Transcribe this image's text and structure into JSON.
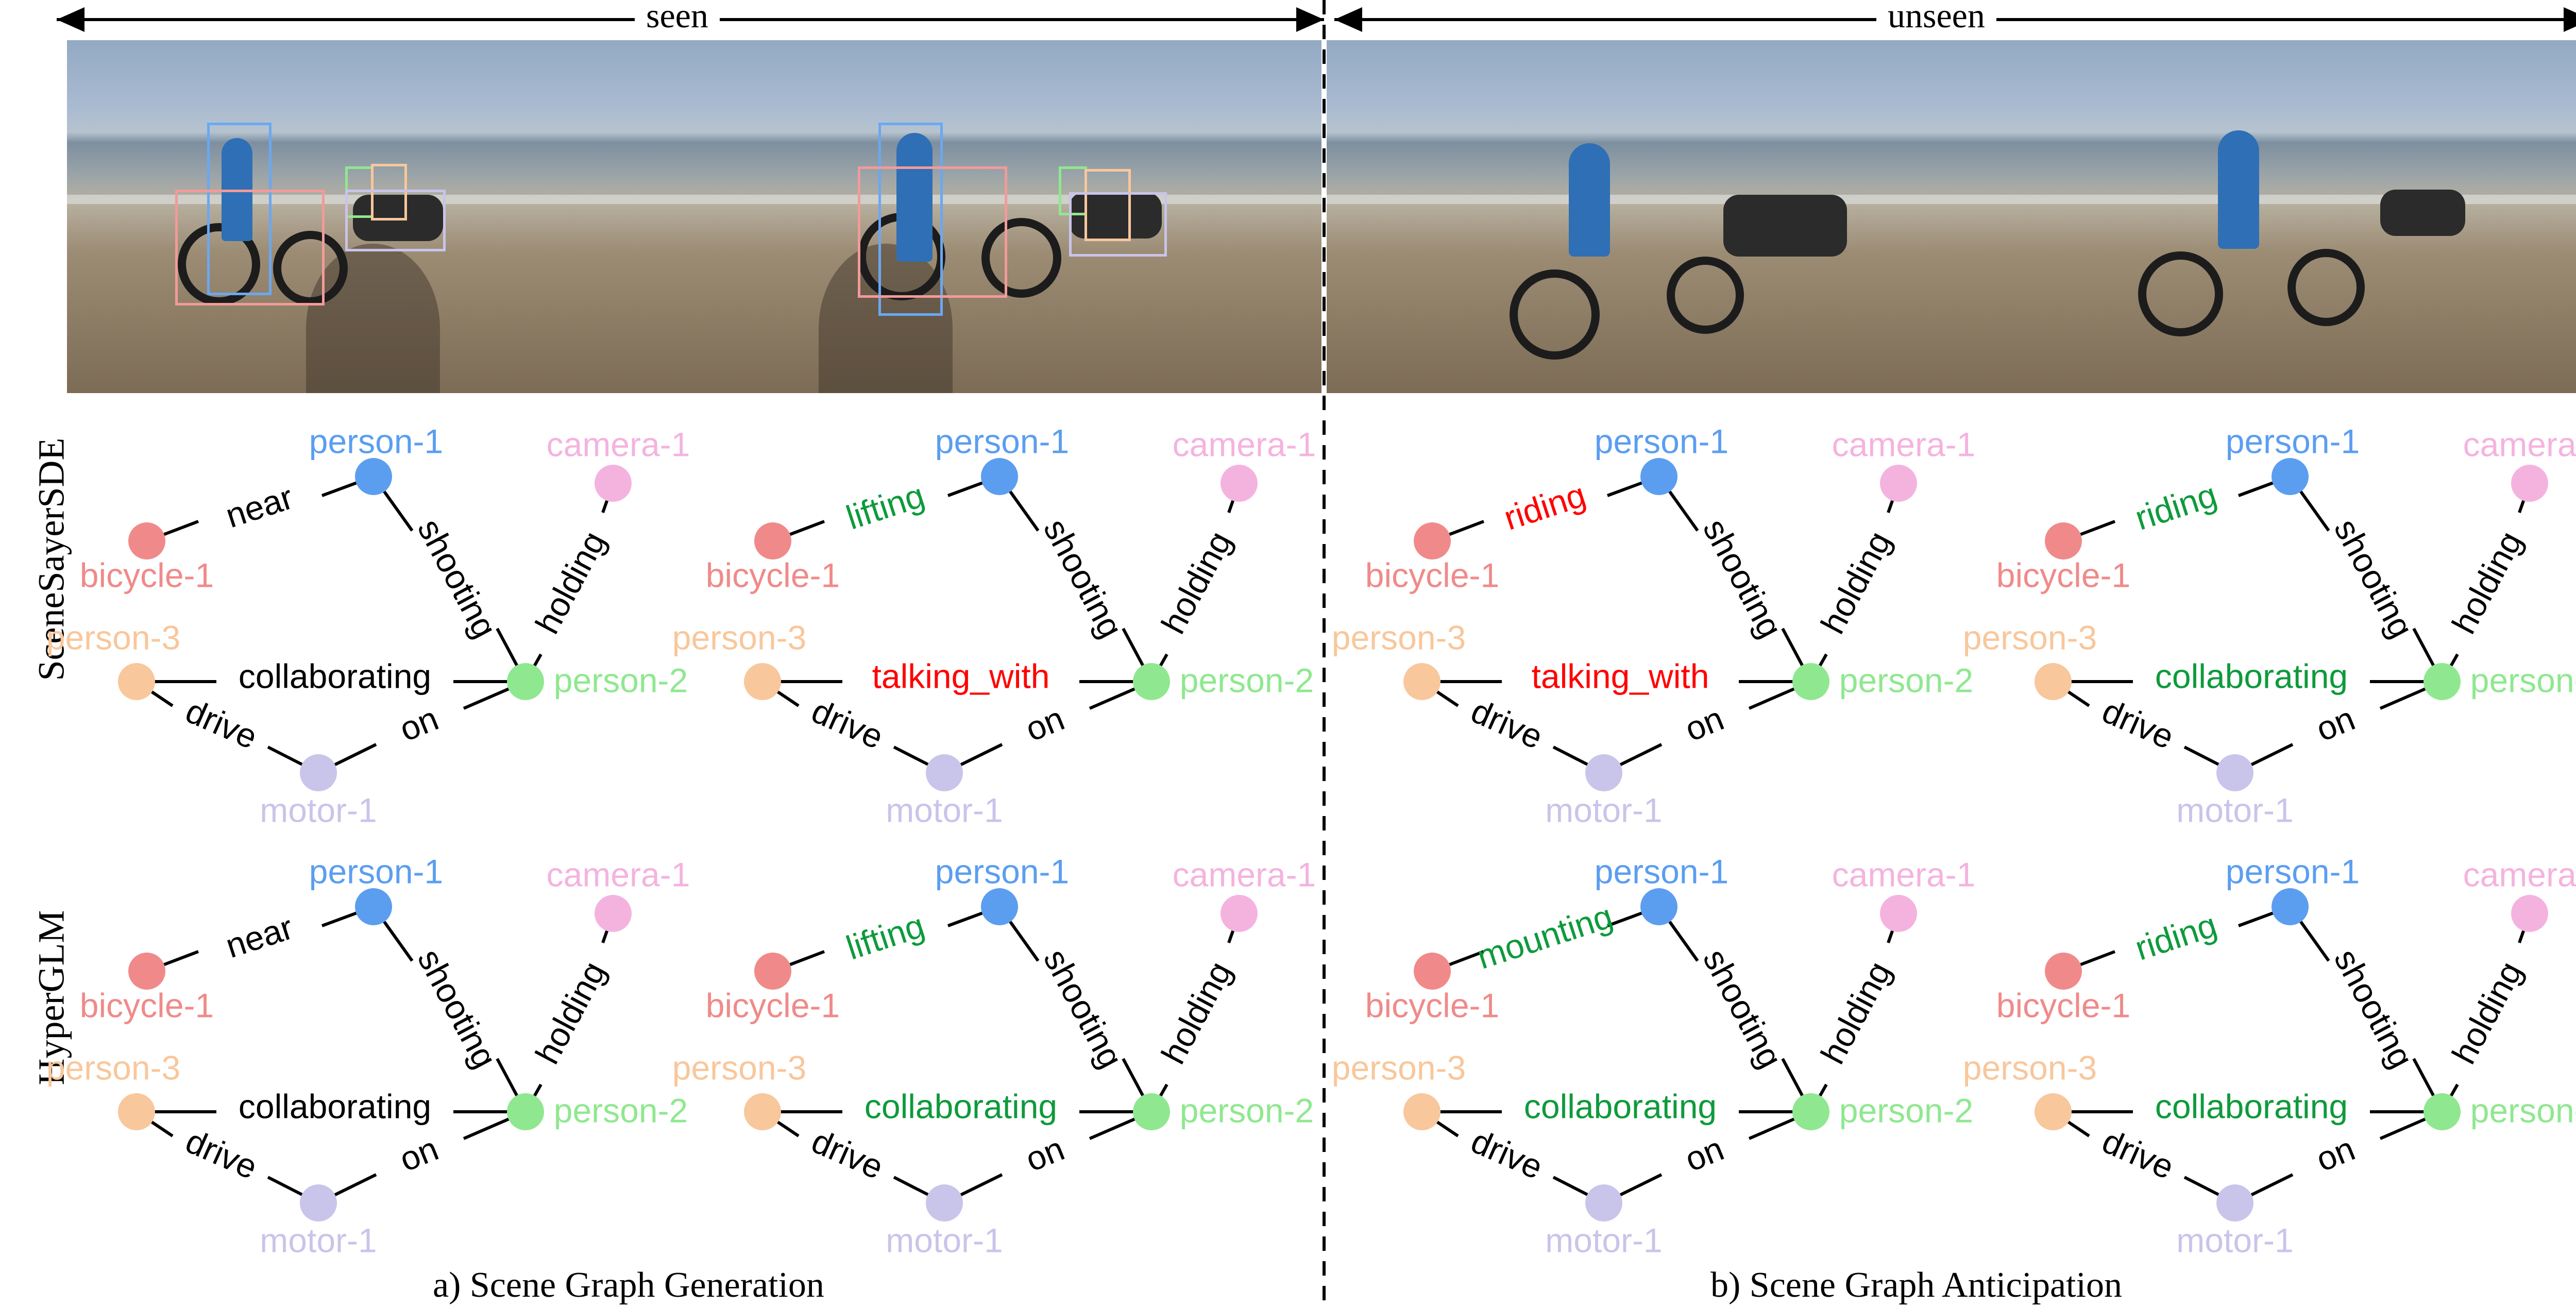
{
  "header": {
    "seen": "seen",
    "unseen": "unseen"
  },
  "row_labels": [
    "SceneSayerSDE",
    "HyperGLM"
  ],
  "captions": {
    "left": "a) Scene Graph Generation",
    "right": "b) Scene Graph Anticipation"
  },
  "colors": {
    "bicycle": "#f08a8a",
    "person1": "#5b9ef0",
    "camera": "#f4b3df",
    "person3": "#f8c79c",
    "person2": "#8fe88f",
    "motor": "#c9c4ea",
    "text_black": "#000000",
    "text_green": "#0e9a3c",
    "text_red": "#ff0000"
  },
  "node_labels": {
    "bicycle": "bicycle-1",
    "person1": "person-1",
    "camera": "camera-1",
    "person3": "person-3",
    "person2": "person-2",
    "motor": "motor-1"
  },
  "edge_fixed": {
    "shooting": "shooting",
    "holding": "holding",
    "drive": "drive",
    "on": "on"
  },
  "graphs": [
    {
      "row": 0,
      "col": 0,
      "edge1": "near",
      "edge1_color": "black",
      "collab": "collaborating",
      "collab_color": "black"
    },
    {
      "row": 0,
      "col": 1,
      "edge1": "lifting",
      "edge1_color": "green",
      "collab": "talking_with",
      "collab_color": "red"
    },
    {
      "row": 0,
      "col": 2,
      "edge1": "riding",
      "edge1_color": "red",
      "collab": "talking_with",
      "collab_color": "red"
    },
    {
      "row": 0,
      "col": 3,
      "edge1": "riding",
      "edge1_color": "green",
      "collab": "collaborating",
      "collab_color": "green"
    },
    {
      "row": 1,
      "col": 0,
      "edge1": "near",
      "edge1_color": "black",
      "collab": "collaborating",
      "collab_color": "black"
    },
    {
      "row": 1,
      "col": 1,
      "edge1": "lifting",
      "edge1_color": "green",
      "collab": "collaborating",
      "collab_color": "green"
    },
    {
      "row": 1,
      "col": 2,
      "edge1": "mounting",
      "edge1_color": "green",
      "collab": "collaborating",
      "collab_color": "green"
    },
    {
      "row": 1,
      "col": 3,
      "edge1": "riding",
      "edge1_color": "green",
      "collab": "collaborating",
      "collab_color": "green"
    }
  ]
}
